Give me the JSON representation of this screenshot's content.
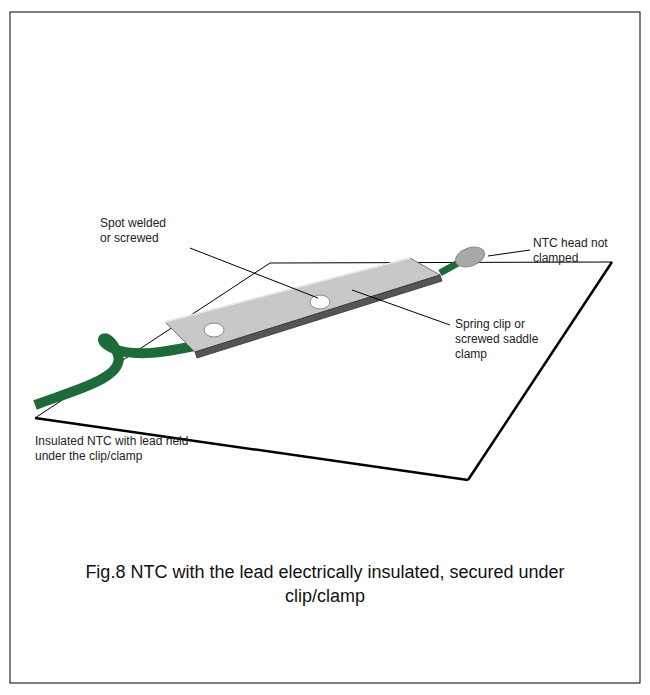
{
  "diagram": {
    "caption": "Fig.8 NTC with the lead electrically insulated, secured under clip/clamp",
    "labels": [
      "Spot welded or screwed",
      "NTC head not clamped",
      "Spring clip or screwed saddle clamp",
      "Insulated NTC with lead held under the clip/clamp"
    ]
  }
}
